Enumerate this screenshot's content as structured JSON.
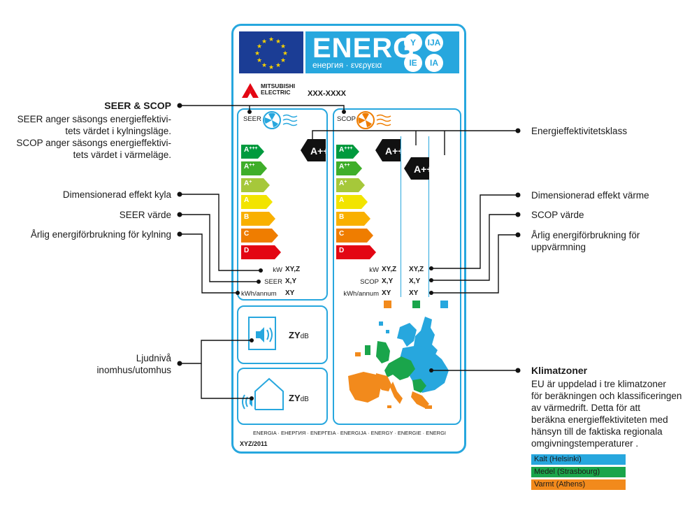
{
  "header": {
    "energ_word": "ENERG",
    "energ_sub": "енергия · ενεργεια",
    "circles": [
      "Y",
      "IJA",
      "IE",
      "IA"
    ]
  },
  "brand": {
    "name_line1": "MITSUBISHI",
    "name_line2": "ELECTRIC",
    "model": "XXX-XXXX"
  },
  "seer_panel": {
    "label": "SEER",
    "classes": [
      "A+++",
      "A++",
      "A+",
      "A",
      "B",
      "C",
      "D"
    ],
    "class_colors": [
      "#009a3e",
      "#3fae2a",
      "#a6c83a",
      "#f2e400",
      "#f9b000",
      "#ef7d00",
      "#e30613"
    ],
    "pointer": "A+++",
    "rows": [
      {
        "unit": "kW",
        "value": "XY,Z"
      },
      {
        "unit": "SEER",
        "value": "X,Y"
      },
      {
        "unit": "kWh/annum",
        "value": "XY"
      }
    ]
  },
  "scop_panel": {
    "label": "SCOP",
    "pointer1": "A+++",
    "pointer2": "A++",
    "rows": [
      {
        "unit": "kW",
        "value": "XY,Z",
        "value2": "XY,Z"
      },
      {
        "unit": "SCOP",
        "value": "X,Y",
        "value2": "X,Y"
      },
      {
        "unit": "kWh/annum",
        "value": "XY",
        "value2": "XY"
      }
    ]
  },
  "sound": {
    "indoor": "ZY",
    "outdoor": "ZY",
    "unit": "dB"
  },
  "footer": {
    "languages": "ENERGIA · ЕНЕРГИЯ · ΕΝΕΡΓΕΙΑ · ENERGIJA · ENERGY · ENERGIE · ENERGI",
    "regulation": "XYZ/2011"
  },
  "callouts": {
    "seer_scop_title": "SEER & SCOP",
    "seer_scop_text": [
      "SEER anger säsongs energieffektivi-",
      "tets värdet i kylningsläge.",
      "SCOP anger säsongs energieffektivi-",
      "tets värdet i värmeläge."
    ],
    "dim_cool": "Dimensionerad effekt kyla",
    "seer_value": "SEER värde",
    "annual_cool": "Årlig energiförbrukning för kylning",
    "sound_line1": "Ljudnivå",
    "sound_line2": "inomhus/utomhus",
    "energy_class": "Energieffektivitetsklass",
    "dim_heat": "Dimensionerad effekt värme",
    "scop_value": "SCOP värde",
    "annual_heat_line1": "Årlig energiförbrukning för",
    "annual_heat_line2": "uppvärmning",
    "climate_title": "Klimatzoner",
    "climate_text": [
      "EU är uppdelad i tre klimatzoner",
      "för beräkningen och klassificeringen",
      "av värmedrift. Detta för att",
      "beräkna energieffektiviteten med",
      "hänsyn till de faktiska regionala",
      "omgivningstemperaturer ."
    ]
  },
  "zones": [
    {
      "name": "Kalt (Helsinki)",
      "color": "#27a7de"
    },
    {
      "name": "Medel (Strasbourg)",
      "color": "#1aa54b"
    },
    {
      "name": "Varmt (Athens)",
      "color": "#f28a1c"
    }
  ]
}
